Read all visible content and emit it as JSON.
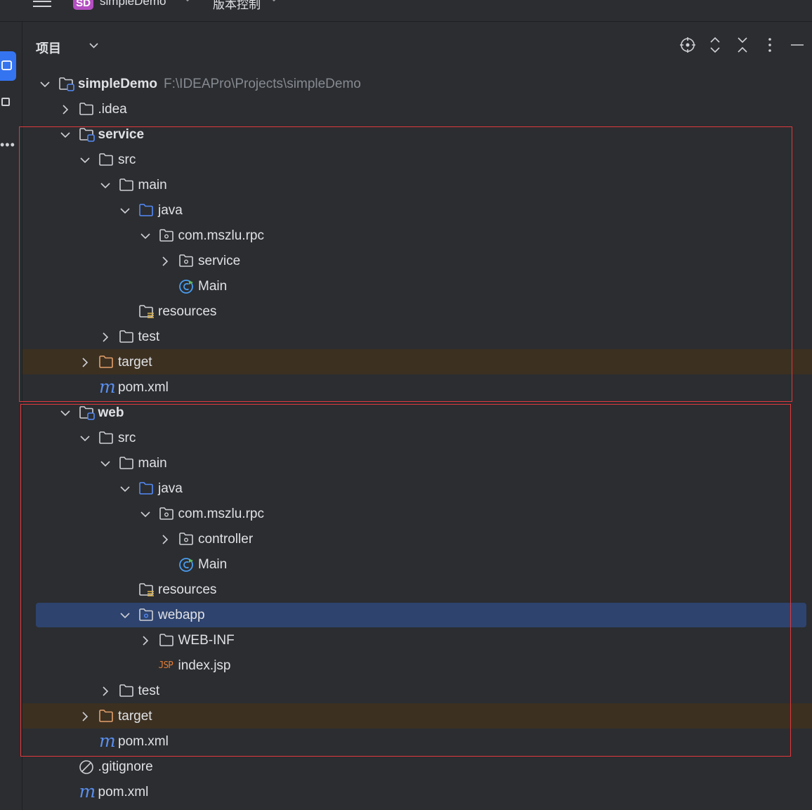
{
  "topbar": {
    "project_badge": "SD",
    "project_name": "simpleDemo",
    "vcs_label": "版本控制"
  },
  "panel": {
    "title": "项目"
  },
  "tree": [
    {
      "label": "simpleDemo",
      "path": "F:\\IDEAPro\\Projects\\simpleDemo"
    },
    {
      "label": ".idea"
    },
    {
      "label": "service"
    },
    {
      "label": "src"
    },
    {
      "label": "main"
    },
    {
      "label": "java"
    },
    {
      "label": "com.mszlu.rpc"
    },
    {
      "label": "service"
    },
    {
      "label": "Main"
    },
    {
      "label": "resources"
    },
    {
      "label": "test"
    },
    {
      "label": "target"
    },
    {
      "label": "pom.xml"
    },
    {
      "label": "web"
    },
    {
      "label": "src"
    },
    {
      "label": "main"
    },
    {
      "label": "java"
    },
    {
      "label": "com.mszlu.rpc"
    },
    {
      "label": "controller"
    },
    {
      "label": "Main"
    },
    {
      "label": "resources"
    },
    {
      "label": "webapp"
    },
    {
      "label": "WEB-INF"
    },
    {
      "label": "index.jsp"
    },
    {
      "label": "test"
    },
    {
      "label": "target"
    },
    {
      "label": "pom.xml"
    },
    {
      "label": ".gitignore"
    },
    {
      "label": "pom.xml"
    }
  ],
  "icons": {
    "maven_glyph": "m",
    "jsp_glyph": "JSP"
  },
  "colors": {
    "background": "#2b2d30",
    "text": "#dfe1e5",
    "path_text": "#868a91",
    "folder_icon": "#ced0d6",
    "source_folder": "#548af7",
    "excluded_folder": "#e3a06b",
    "selection": "#2e436e",
    "excluded_row": "#3c3021",
    "annotation_box": "#e0393e",
    "class_icon": "#4a9cf0",
    "run_badge": "#5fb865"
  }
}
